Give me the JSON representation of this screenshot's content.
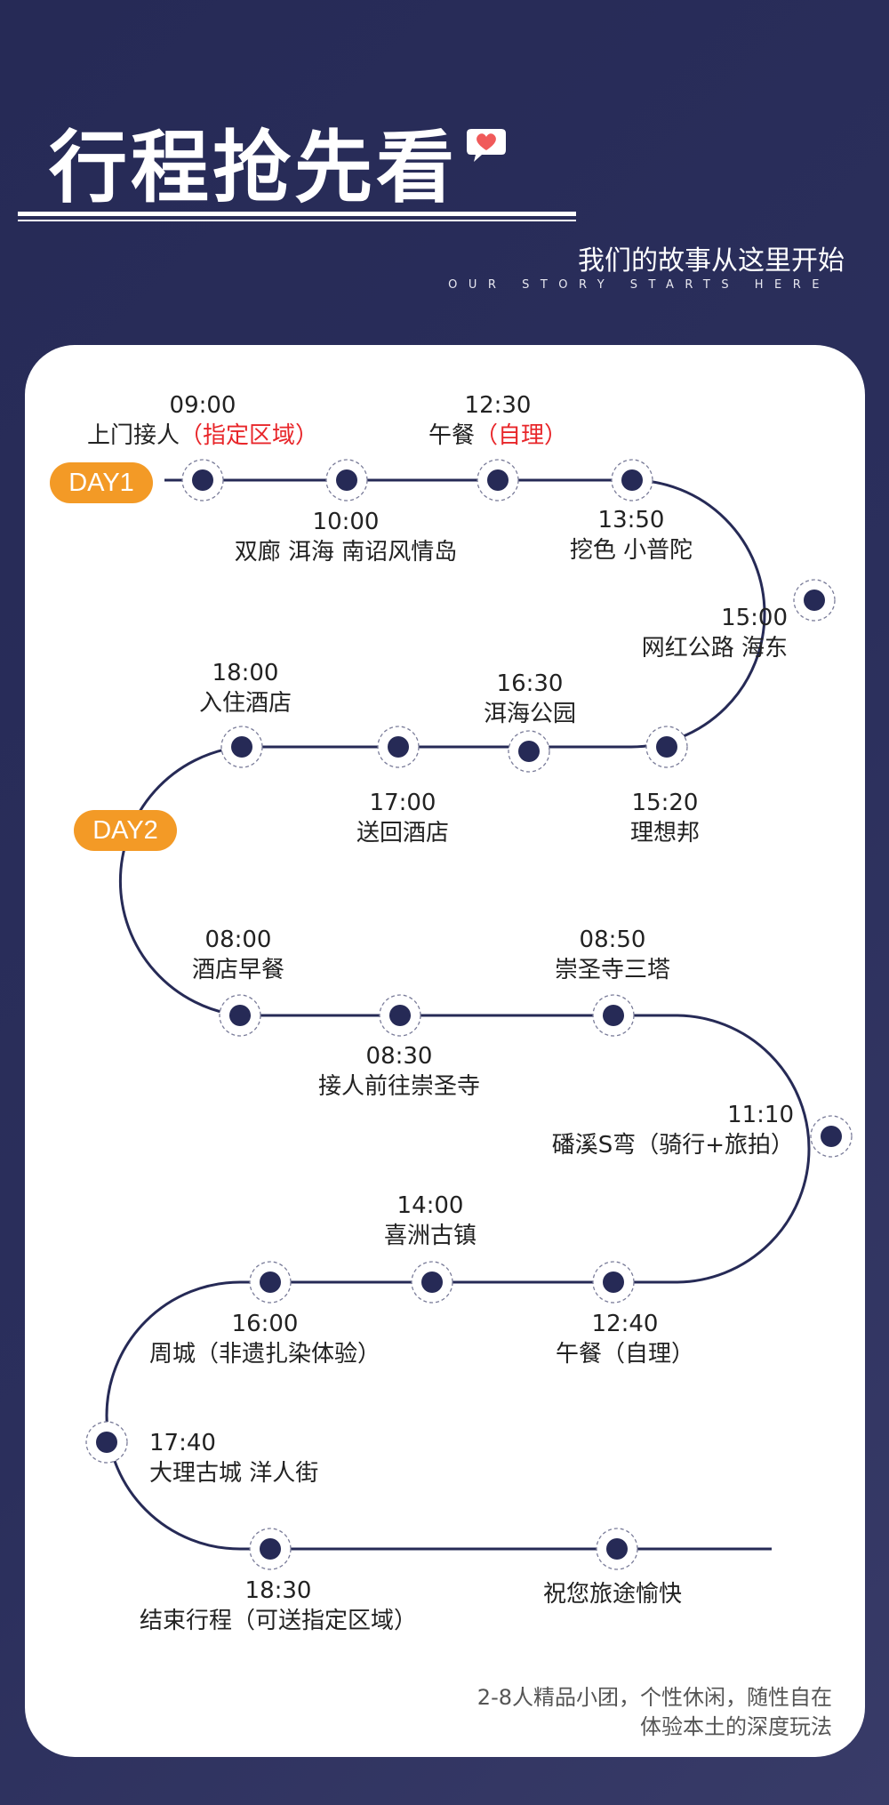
{
  "header": {
    "title": "行程抢先看",
    "subtitle": "我们的故事从这里开始",
    "subtitle_en": "OUR STORY STARTS HERE"
  },
  "colors": {
    "background": "#2b2f5c",
    "route_line": "#262a56",
    "badge": "#f39a26",
    "highlight_text": "#e8262a",
    "heart": "#f05a5a"
  },
  "icons": [
    "heart-speech-bubble-icon"
  ],
  "day_badges": [
    "DAY1",
    "DAY2"
  ],
  "stops": [
    {
      "time": "09:00",
      "name": "上门接人",
      "note": "（指定区域）"
    },
    {
      "time": "10:00",
      "name": "双廊 洱海 南诏风情岛"
    },
    {
      "time": "12:30",
      "name": "午餐",
      "note": "（自理）"
    },
    {
      "time": "13:50",
      "name": "挖色 小普陀"
    },
    {
      "time": "15:00",
      "name": "网红公路 海东"
    },
    {
      "time": "15:20",
      "name": "理想邦"
    },
    {
      "time": "16:30",
      "name": "洱海公园"
    },
    {
      "time": "17:00",
      "name": "送回酒店"
    },
    {
      "time": "18:00",
      "name": "入住酒店"
    },
    {
      "time": "08:00",
      "name": "酒店早餐"
    },
    {
      "time": "08:30",
      "name": "接人前往崇圣寺"
    },
    {
      "time": "08:50",
      "name": "崇圣寺三塔"
    },
    {
      "time": "11:10",
      "name": "磻溪S弯（骑行+旅拍）"
    },
    {
      "time": "12:40",
      "name": "午餐（自理）"
    },
    {
      "time": "14:00",
      "name": "喜洲古镇"
    },
    {
      "time": "16:00",
      "name": "周城（非遗扎染体验）"
    },
    {
      "time": "17:40",
      "name": "大理古城 洋人街"
    },
    {
      "time": "18:30",
      "name": "结束行程（可送指定区域）"
    },
    {
      "name": "祝您旅途愉快"
    }
  ],
  "footer": {
    "line1": "2-8人精品小团，个性休闲，随性自在",
    "line2": "体验本土的深度玩法"
  }
}
